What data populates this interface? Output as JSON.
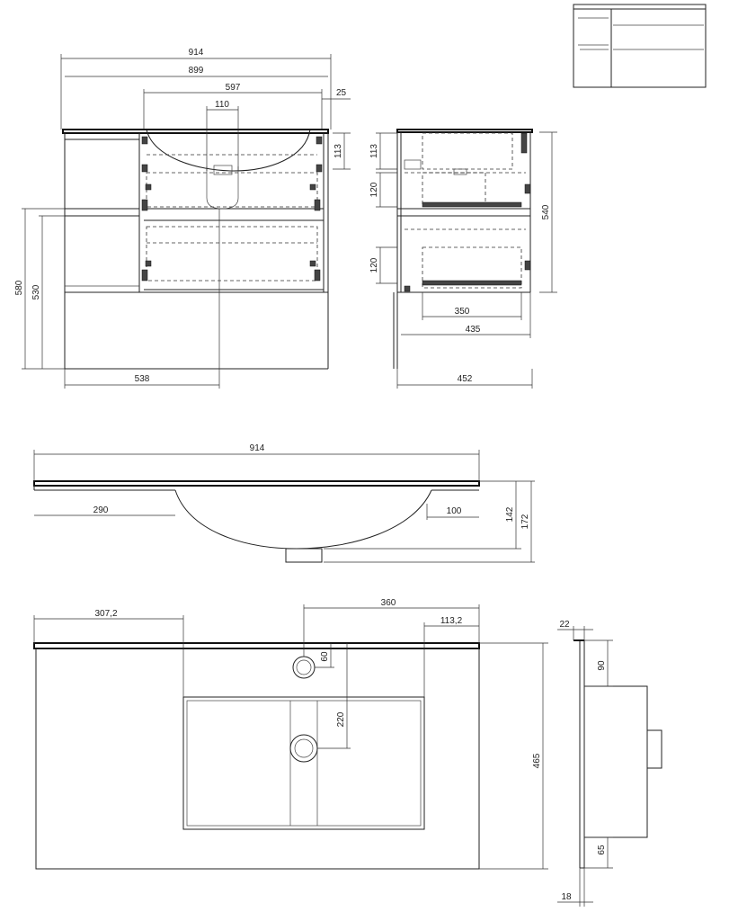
{
  "colors": {
    "line": "#222222",
    "background": "#ffffff"
  },
  "front_view": {
    "width_total": "914",
    "width_top": "899",
    "width_bowl": "597",
    "width_drain": "110",
    "overhang": "25",
    "top_height": "113",
    "height_580": "580",
    "height_530": "530",
    "offset_538": "538"
  },
  "side_view": {
    "top_drawer": "113",
    "drawer_1": "120",
    "drawer_2": "120",
    "height_total": "540",
    "depth_350": "350",
    "depth_435": "435",
    "depth_452": "452"
  },
  "basin_section": {
    "width": "914",
    "left_offset": "290",
    "right_offset": "100",
    "depth_142": "142",
    "depth_172": "172"
  },
  "basin_plan": {
    "left_offset": "307,2",
    "tap_offset": "360",
    "right_offset": "113,2",
    "tap_from_back": "60",
    "drain_from_tap": "220",
    "depth": "465"
  },
  "basin_side": {
    "lip": "22",
    "top_to_bowl": "90",
    "bottom_to_bowl": "65",
    "thickness": "18"
  }
}
